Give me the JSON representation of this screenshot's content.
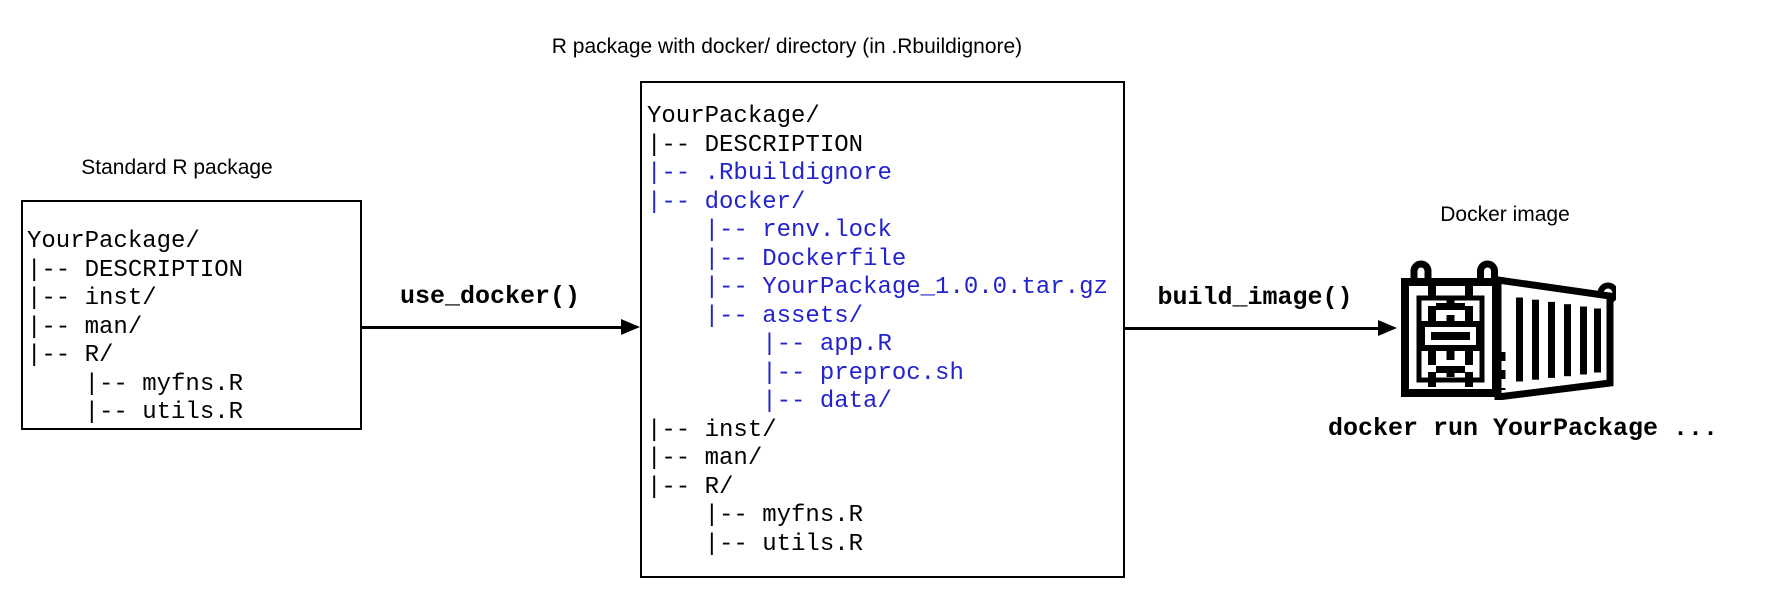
{
  "colors": {
    "link_blue": "#2323cc",
    "ink": "#000000",
    "background": "#ffffff"
  },
  "left_panel": {
    "title": "Standard R package",
    "tree": [
      {
        "text": "YourPackage/",
        "blue": false
      },
      {
        "text": "|-- DESCRIPTION",
        "blue": false
      },
      {
        "text": "|-- inst/",
        "blue": false
      },
      {
        "text": "|-- man/",
        "blue": false
      },
      {
        "text": "|-- R/",
        "blue": false
      },
      {
        "text": "    |-- myfns.R",
        "blue": false
      },
      {
        "text": "    |-- utils.R",
        "blue": false
      }
    ]
  },
  "middle_panel": {
    "title": "R package with docker/ directory (in .Rbuildignore)",
    "tree": [
      {
        "text": "YourPackage/",
        "blue": false
      },
      {
        "text": "|-- DESCRIPTION",
        "blue": false
      },
      {
        "text": "|-- .Rbuildignore",
        "blue": true
      },
      {
        "text": "|-- docker/",
        "blue": true
      },
      {
        "text": "    |-- renv.lock",
        "blue": true
      },
      {
        "text": "    |-- Dockerfile",
        "blue": true
      },
      {
        "text": "    |-- YourPackage_1.0.0.tar.gz",
        "blue": true
      },
      {
        "text": "    |-- assets/",
        "blue": true
      },
      {
        "text": "        |-- app.R",
        "blue": true
      },
      {
        "text": "        |-- preproc.sh",
        "blue": true
      },
      {
        "text": "        |-- data/",
        "blue": true
      },
      {
        "text": "|-- inst/",
        "blue": false
      },
      {
        "text": "|-- man/",
        "blue": false
      },
      {
        "text": "|-- R/",
        "blue": false
      },
      {
        "text": "    |-- myfns.R",
        "blue": false
      },
      {
        "text": "    |-- utils.R",
        "blue": false
      }
    ]
  },
  "arrows": [
    {
      "label": "use_docker()"
    },
    {
      "label": "build_image()"
    }
  ],
  "right_panel": {
    "title": "Docker image",
    "icon": "docker-container-icon",
    "command": "docker run YourPackage ..."
  }
}
